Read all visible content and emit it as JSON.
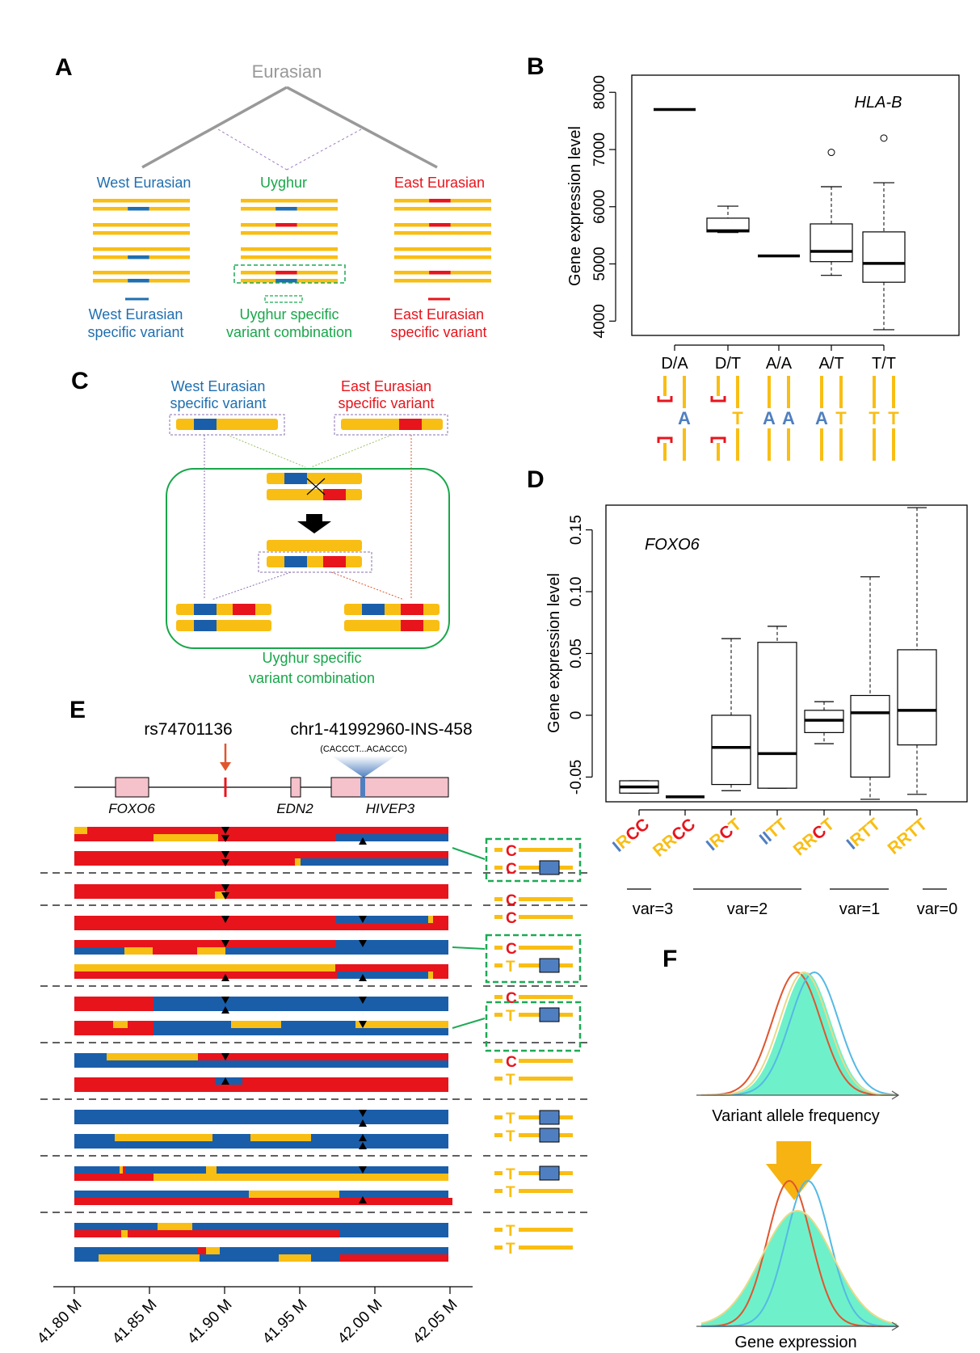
{
  "colors": {
    "yellow": "#F9BE14",
    "red": "#E7141C",
    "blue": "#1A5EAA",
    "teal_blue": "#1F6FB0",
    "green": "#18A74A",
    "gray": "#999999",
    "pink": "#F5C1CB",
    "dash_green": "#1DAA55",
    "lightblue": "#4F7FC0",
    "curve_red": "#E0552E",
    "curve_blue": "#55B9E4",
    "curve_yellow": "#E8DA8A",
    "fill_teal": "#5EEFC4"
  },
  "panel_letters": [
    "A",
    "B",
    "C",
    "D",
    "E",
    "F"
  ],
  "panelA": {
    "root": "Eurasian",
    "groups": [
      "West Eurasian",
      "Uyghur",
      "East Eurasian"
    ],
    "bottom_labels": [
      [
        "West Eurasian",
        "specific variant"
      ],
      [
        "Uyghur specific",
        "variant combination"
      ],
      [
        "East Eurasian",
        "specific variant"
      ]
    ]
  },
  "panelB": {
    "gene": "HLA-B",
    "ylabel": "Gene expression level",
    "yticks": [
      "4000",
      "5000",
      "6000",
      "7000",
      "8000"
    ],
    "categories": [
      "D/A",
      "D/T",
      "A/A",
      "A/T",
      "T/T"
    ],
    "genotype_letters": [
      [
        "",
        ""
      ],
      [
        "",
        "T"
      ],
      [
        "A",
        "A"
      ],
      [
        "A",
        "T"
      ],
      [
        "T",
        "T"
      ]
    ],
    "genotype_middle": [
      "A",
      "",
      "",
      "",
      ""
    ]
  },
  "panelC": {
    "west": [
      "West Eurasian",
      "specific variant"
    ],
    "east": [
      "East Eurasian",
      "specific variant"
    ],
    "bottom": [
      "Uyghur specific",
      "variant combination"
    ]
  },
  "panelD": {
    "gene": "FOXO6",
    "ylabel": "Gene expression level",
    "yticks": [
      "-0.05",
      "0",
      "0.05",
      "0.10",
      "0.15"
    ],
    "categories": [
      "IRCC",
      "RRCC",
      "IRCT",
      "IITT",
      "RRCT",
      "IRTT",
      "RRTT"
    ],
    "groups": [
      "var=3",
      "var=2",
      "var=1",
      "var=0"
    ]
  },
  "panelE": {
    "snp": "rs74701136",
    "ins": "chr1-41992960-INS-458",
    "ins_seq": "(CACCCT...ACACCC)",
    "genes": [
      "FOXO6",
      "EDN2",
      "HIVEP3"
    ],
    "xticks": [
      "41.80 M",
      "41.85 M",
      "41.90 M",
      "41.95 M",
      "42.00 M",
      "42.05 M"
    ],
    "alleles": [
      "C",
      "C",
      "C",
      "C",
      "C",
      "T",
      "C",
      "T",
      "C",
      "T",
      "T",
      "T",
      "T",
      "T",
      "T",
      "T"
    ]
  },
  "panelF": {
    "top_xlabel": "Variant allele frequency",
    "bottom_xlabel": "Gene expression"
  },
  "chart_data": [
    {
      "type": "box",
      "title": "HLA-B",
      "ylabel": "Gene expression level",
      "ylim": [
        3750,
        8300
      ],
      "categories": [
        "D/A",
        "D/T",
        "A/A",
        "A/T",
        "T/T"
      ],
      "boxes": [
        {
          "median": 7700
        },
        {
          "whislo": 5550,
          "q1": 5560,
          "median": 5580,
          "q3": 5800,
          "whishi": 6010
        },
        {
          "median": 5140
        },
        {
          "whislo": 4800,
          "q1": 5040,
          "median": 5220,
          "q3": 5700,
          "whishi": 6350,
          "outliers": [
            6950
          ]
        },
        {
          "whislo": 3850,
          "q1": 4680,
          "median": 5010,
          "q3": 5560,
          "whishi": 6420,
          "outliers": [
            7200
          ]
        }
      ]
    },
    {
      "type": "box",
      "title": "FOXO6",
      "ylabel": "Gene expression level",
      "ylim": [
        -0.07,
        0.17
      ],
      "categories": [
        "IRCC",
        "RRCC",
        "IRCT",
        "IITT",
        "RRCT",
        "IRTT",
        "RRTT"
      ],
      "boxes": [
        {
          "whislo": -0.063,
          "q1": -0.063,
          "median": -0.058,
          "q3": -0.053,
          "whishi": -0.053
        },
        {
          "median": -0.066
        },
        {
          "whislo": -0.061,
          "q1": -0.056,
          "median": -0.026,
          "q3": 0.0,
          "whishi": 0.062
        },
        {
          "whislo": -0.059,
          "q1": -0.059,
          "median": -0.031,
          "q3": 0.059,
          "whishi": 0.072
        },
        {
          "whislo": -0.023,
          "q1": -0.014,
          "median": -0.004,
          "q3": 0.004,
          "whishi": 0.011
        },
        {
          "whislo": -0.068,
          "q1": -0.05,
          "median": 0.002,
          "q3": 0.016,
          "whishi": 0.112
        },
        {
          "whislo": -0.064,
          "q1": -0.024,
          "median": 0.004,
          "q3": 0.053,
          "whishi": 0.168
        }
      ]
    }
  ]
}
